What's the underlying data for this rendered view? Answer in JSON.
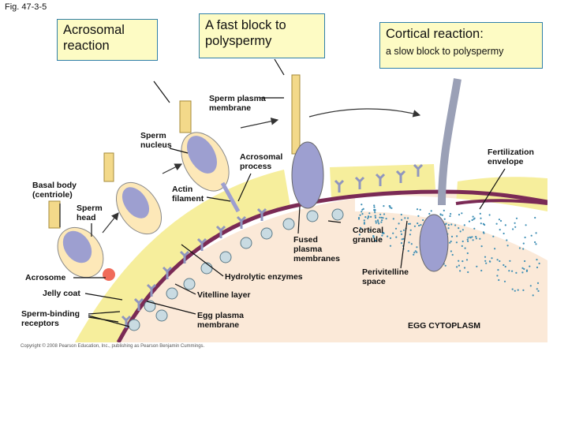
{
  "figure": {
    "number": "Fig. 47-3-5",
    "copyright": "Copyright © 2008 Pearson Education, Inc., publishing as Pearson Benjamin Cummings."
  },
  "boxes": {
    "acrosomal_reaction": "Acrosomal\nreaction",
    "fast_block": "A fast block to\npolyspermy",
    "cortical_title": "Cortical reaction:",
    "cortical_sub": "a slow block to polyspermy"
  },
  "labels": {
    "sperm_plasma_membrane": "Sperm plasma\nmembrane",
    "sperm_nucleus": "Sperm\nnucleus",
    "acrosomal_process": "Acrosomal\nprocess",
    "basal_body": "Basal body\n(centriole)",
    "sperm_head": "Sperm\nhead",
    "actin_filament": "Actin\nfilament",
    "fertilization_envelope": "Fertilization\nenvelope",
    "cortical_granule": "Cortical\ngranule",
    "fused_plasma_membranes": "Fused\nplasma\nmembranes",
    "perivitelline_space": "Perivitelline\nspace",
    "acrosome": "Acrosome",
    "jelly_coat": "Jelly coat",
    "sperm_binding_receptors": "Sperm-binding\nreceptors",
    "hydrolytic_enzymes": "Hydrolytic enzymes",
    "vitelline_layer": "Vitelline layer",
    "egg_plasma_membrane": "Egg plasma\nmembrane",
    "egg_cytoplasm": "EGG CYTOPLASM"
  },
  "colors": {
    "jelly": "#f6ee9c",
    "cytoplasm": "#fbe9d8",
    "membrane": "#7a2a55",
    "nucleus": "#9d9fd0",
    "receptor": "#8f95bf",
    "envelope_dots": "#3f8fb5",
    "box_border": "#2f7fa8",
    "box_fill": "#fdfbc4"
  }
}
